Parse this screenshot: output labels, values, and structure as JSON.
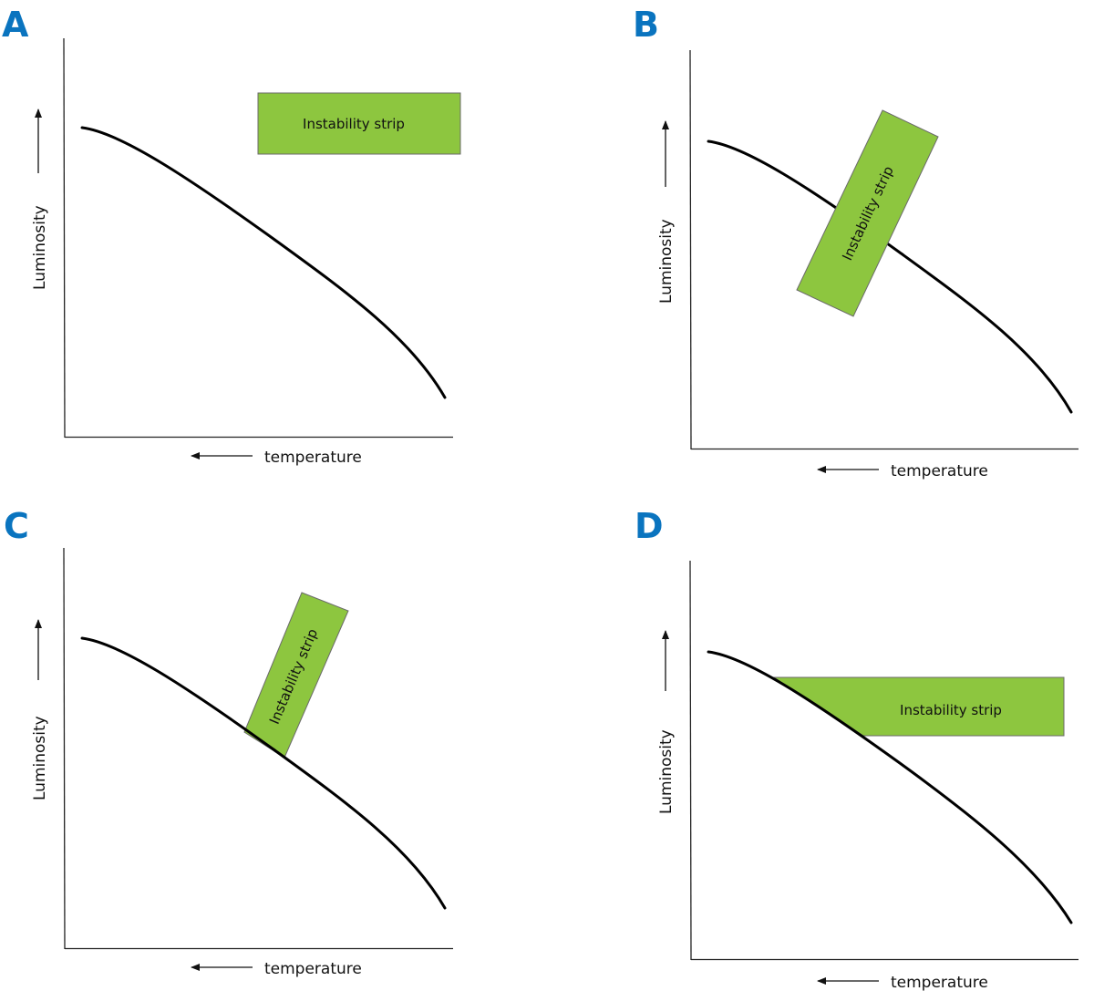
{
  "colors": {
    "panel_letter": "#0a74bf",
    "strip_fill": "#8dc63f",
    "strip_stroke": "#6a6a6a",
    "curve": "#000000",
    "axis": "#222222"
  },
  "panels": [
    {
      "letter": "A",
      "ylabel": "Luminosity",
      "xlabel": "temperature",
      "strip_label": "Instability strip",
      "strip_placement": "above main sequence, separate, horizontal"
    },
    {
      "letter": "B",
      "ylabel": "Luminosity",
      "xlabel": "temperature",
      "strip_label": "Instability strip",
      "strip_placement": "crossing main sequence, tilted"
    },
    {
      "letter": "C",
      "ylabel": "Luminosity",
      "xlabel": "temperature",
      "strip_label": "Instability strip",
      "strip_placement": "resting on main sequence, tilted"
    },
    {
      "letter": "D",
      "ylabel": "Luminosity",
      "xlabel": "temperature",
      "strip_label": "Instability strip",
      "strip_placement": "horizontal, truncated by main sequence"
    }
  ],
  "icons": {
    "y_arrow": "arrow-up-icon",
    "x_arrow": "arrow-left-icon"
  }
}
